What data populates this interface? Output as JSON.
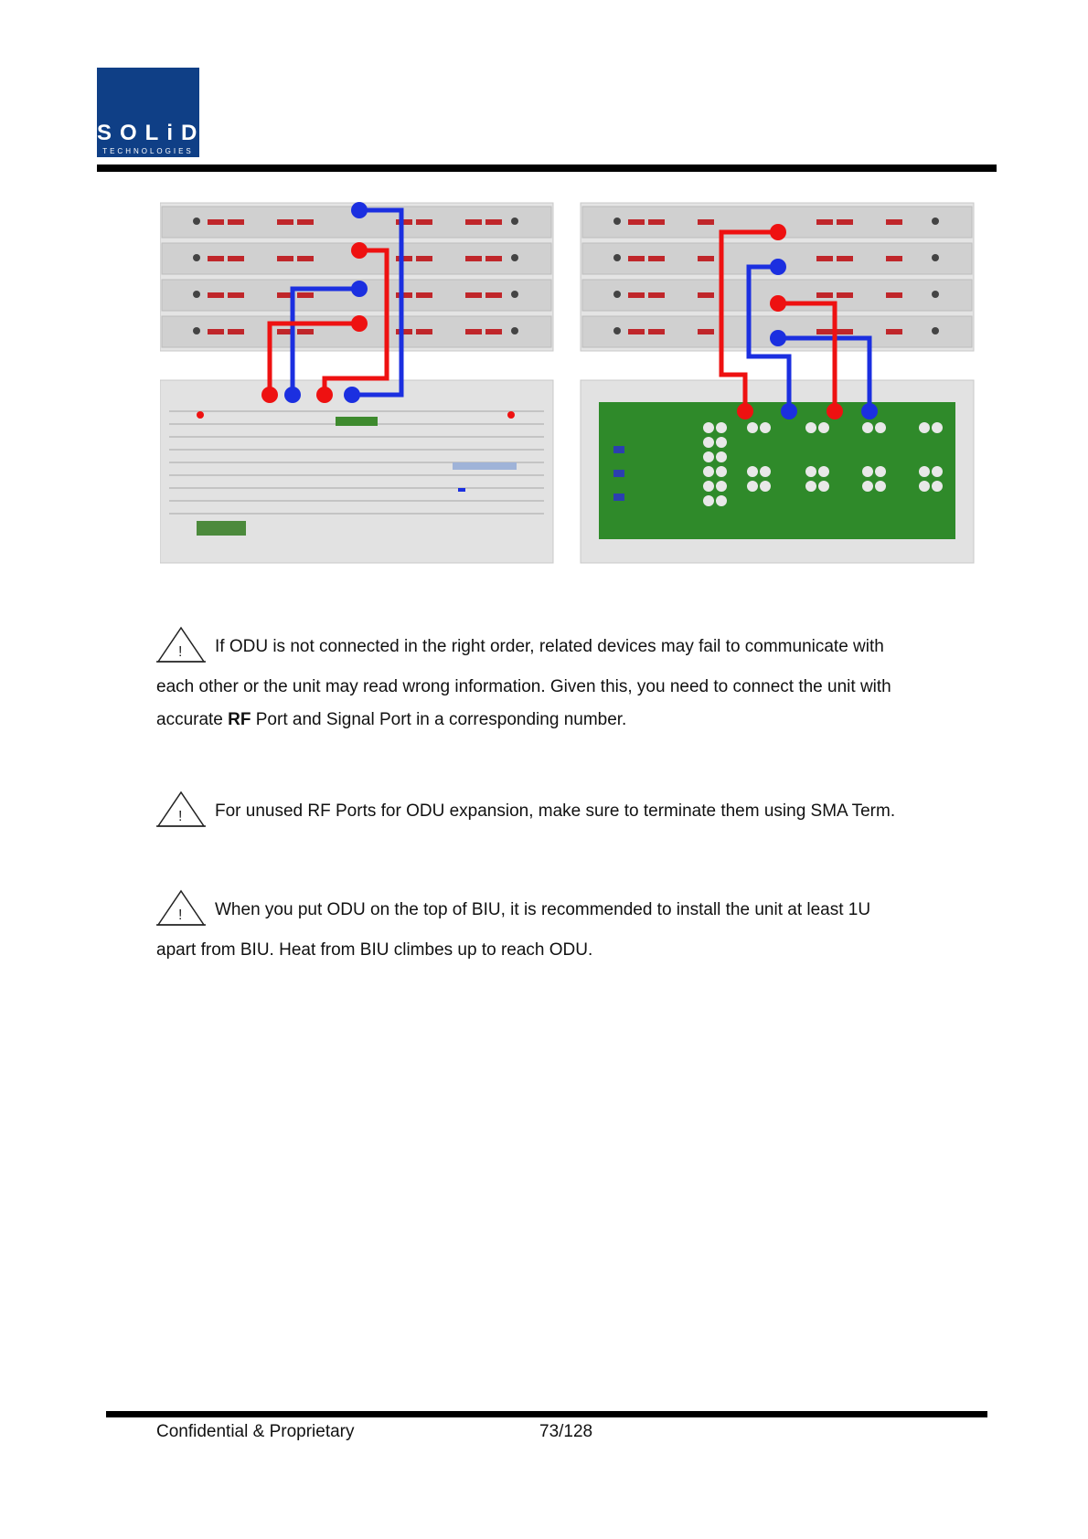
{
  "header": {
    "logo_text": "SOLiD",
    "logo_subtext": "TECHNOLOGIES"
  },
  "notes": [
    {
      "icon": "warning-triangle-icon",
      "line1": "If ODU is not connected in the right order, related devices may fail to communicate with",
      "line2": "each other or the unit may read wrong information. Given this, you need to connect the unit with",
      "line3_pre": "accurate ",
      "line3_bold": "RF",
      "line3_post": " Port and Signal Port in a corresponding number."
    },
    {
      "icon": "warning-triangle-icon",
      "line1": "For unused RF Ports for ODU expansion, make sure to terminate them using SMA Term."
    },
    {
      "icon": "warning-triangle-icon",
      "line1": "When you put ODU on the top of BIU, it is recommended to install the unit at least 1U",
      "line2": "apart from BIU. Heat from BIU climbes up to reach ODU."
    }
  ],
  "footer": {
    "left": "Confidential & Proprietary",
    "page": "73/128"
  },
  "colors": {
    "logo_bg": "#0f3f86",
    "rf_cable": "#ee1111",
    "signal_cable": "#1b2fe0",
    "board_green": "#2f8a2a",
    "rack_gray": "#d6d6d6"
  }
}
